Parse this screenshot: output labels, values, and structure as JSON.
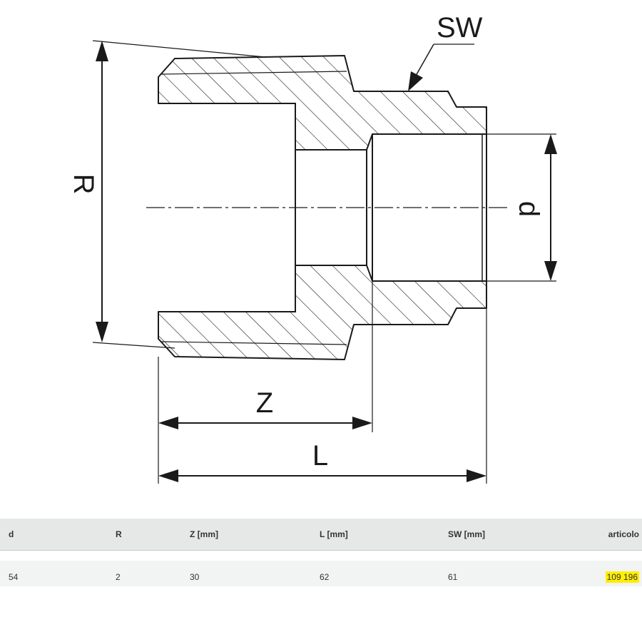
{
  "drawing": {
    "labels": {
      "sw": "SW",
      "r": "R",
      "d": "d",
      "z": "Z",
      "l": "L"
    }
  },
  "table": {
    "headers": [
      "d",
      "R",
      "Z [mm]",
      "L [mm]",
      "SW [mm]",
      "articolo"
    ],
    "rows": [
      {
        "d": "54",
        "r": "2",
        "z": "30",
        "l": "62",
        "sw": "61",
        "articolo": "109 196"
      }
    ],
    "highlight_color": "#ffee00"
  }
}
